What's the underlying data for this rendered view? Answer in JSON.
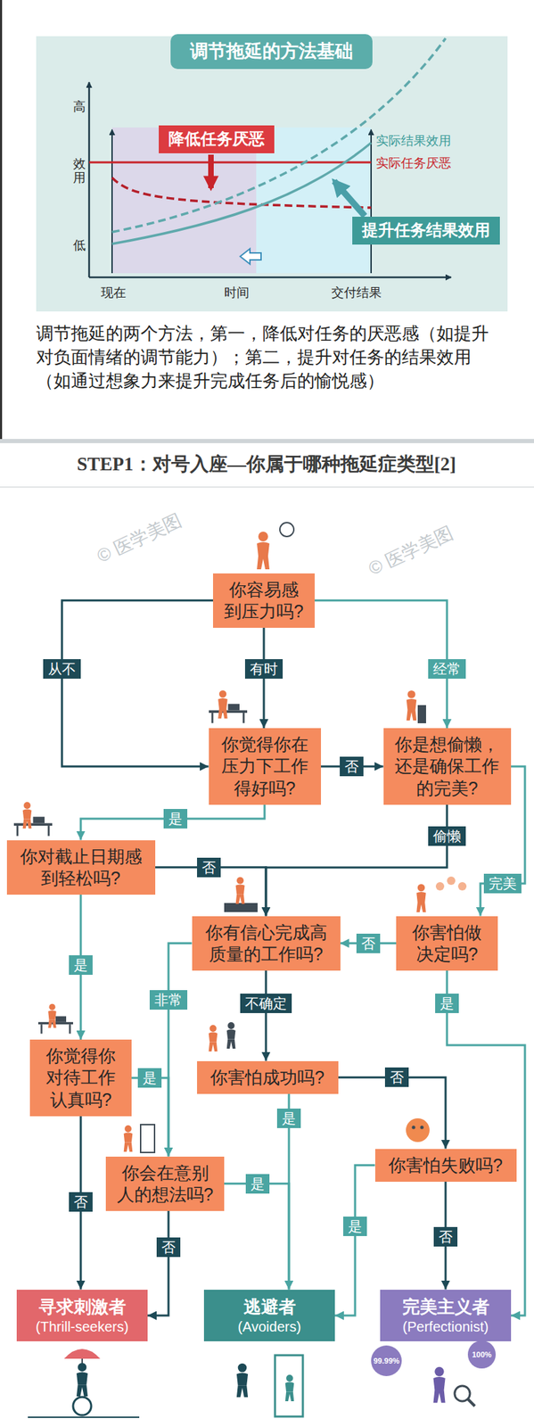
{
  "diagram": {
    "title": "调节拖延的方法基础",
    "caption": "调节拖延的两个方法，第一，降低对任务的厌恶感（如提升对负面情绪的调节能力）；第二，提升对任务的结果效用（如通过想象力来提升完成任务后的愉悦感）",
    "nodes": [
      {
        "text": [
          "降低任务厌恶"
        ]
      },
      {
        "text": [
          "提升任务结果效用"
        ]
      },
      {
        "text": [
          "你容易感到压力吗?"
        ]
      },
      {
        "text": [
          "你觉得你在压力下工作得好吗?"
        ]
      },
      {
        "text": [
          "你是想偷懒，还是确保工作的完美?"
        ]
      },
      {
        "text": [
          "你对截止日期感到轻松吗?"
        ]
      },
      {
        "text": [
          "你有信心完成高质量的工作吗?"
        ]
      },
      {
        "text": [
          "你害怕做决定吗?"
        ]
      },
      {
        "text": [
          "你觉得你对待工作认真吗?"
        ]
      },
      {
        "text": [
          "你害怕成功吗?"
        ]
      },
      {
        "text": [
          "你会在意别人的想法吗?"
        ]
      },
      {
        "text": [
          "你害怕失败吗?"
        ]
      },
      {
        "text": [
          "寻求刺激者",
          "(Thrill-seekers)"
        ]
      },
      {
        "text": [
          "逃避者",
          "(Avoiders)"
        ]
      },
      {
        "text": [
          "完美主义者",
          "(Perfectionist)"
        ]
      }
    ],
    "edges": [
      {
        "from": 2,
        "to": 3,
        "label": "从不",
        "arrow": "to"
      },
      {
        "from": 2,
        "to": 3,
        "label": "有时",
        "arrow": "to"
      },
      {
        "from": 2,
        "to": 4,
        "label": "经常",
        "arrow": "to"
      },
      {
        "from": 3,
        "to": 4,
        "label": "否",
        "arrow": "to"
      },
      {
        "from": 3,
        "to": 5,
        "label": "是",
        "arrow": "to"
      },
      {
        "from": 4,
        "to": 6,
        "label": "偷懒",
        "arrow": "to"
      },
      {
        "from": 4,
        "to": 7,
        "label": "完美",
        "arrow": "to"
      },
      {
        "from": 5,
        "to": 6,
        "label": "否",
        "arrow": "to"
      },
      {
        "from": 7,
        "to": 6,
        "label": "否",
        "arrow": "to"
      },
      {
        "from": 7,
        "to": 14,
        "label": "是",
        "arrow": "to"
      },
      {
        "from": 5,
        "to": 8,
        "label": "是",
        "arrow": "to"
      },
      {
        "from": 6,
        "to": 10,
        "label": "非常",
        "arrow": "to"
      },
      {
        "from": 6,
        "to": 9,
        "label": "不确定",
        "arrow": "to"
      },
      {
        "from": 8,
        "to": 10,
        "label": "是",
        "arrow": "to"
      },
      {
        "from": 9,
        "to": 11,
        "label": "否",
        "arrow": "to"
      },
      {
        "from": 9,
        "to": 13,
        "label": "是",
        "arrow": "to"
      },
      {
        "from": 10,
        "to": 13,
        "label": "是",
        "arrow": "to"
      },
      {
        "from": 11,
        "to": 13,
        "label": "是",
        "arrow": "to"
      },
      {
        "from": 8,
        "to": 12,
        "label": "否",
        "arrow": "to"
      },
      {
        "from": 10,
        "to": 12,
        "label": "否",
        "arrow": "to"
      },
      {
        "from": 11,
        "to": 14,
        "label": "否",
        "arrow": "to"
      }
    ],
    "labels": [
      "高",
      "效用",
      "低",
      "现在",
      "时间",
      "交付结果",
      "实际结果效用",
      "实际任务厌恶",
      "STEP1：对号入座—你属于哪种拖延症类型[2]",
      "© 医学美图",
      "© 医学美图",
      "99.99%",
      "100%"
    ]
  }
}
